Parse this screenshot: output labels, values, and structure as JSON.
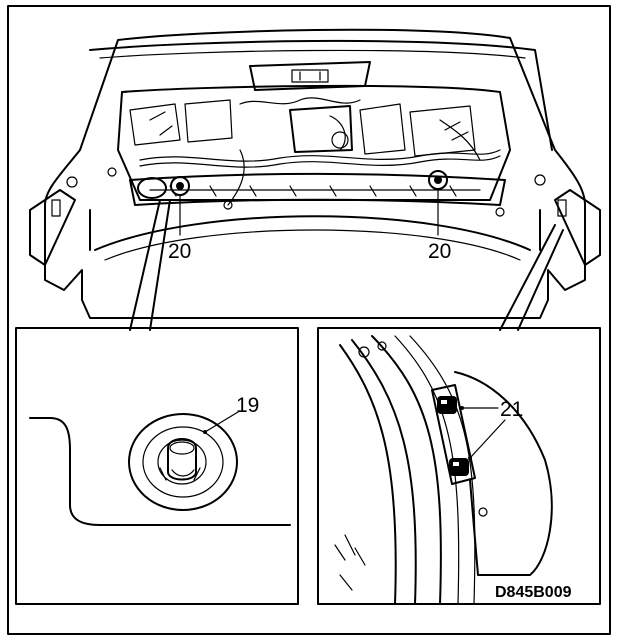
{
  "labels": {
    "part_left": "20",
    "part_right": "20",
    "detail_left": "19",
    "detail_right": "21",
    "drawing_code": "D845B009"
  },
  "colors": {
    "ink": "#000000",
    "paper": "#ffffff"
  },
  "icons": [
    "trunk-lid-drawing",
    "grommet-detail",
    "hinge-bolt-detail"
  ]
}
